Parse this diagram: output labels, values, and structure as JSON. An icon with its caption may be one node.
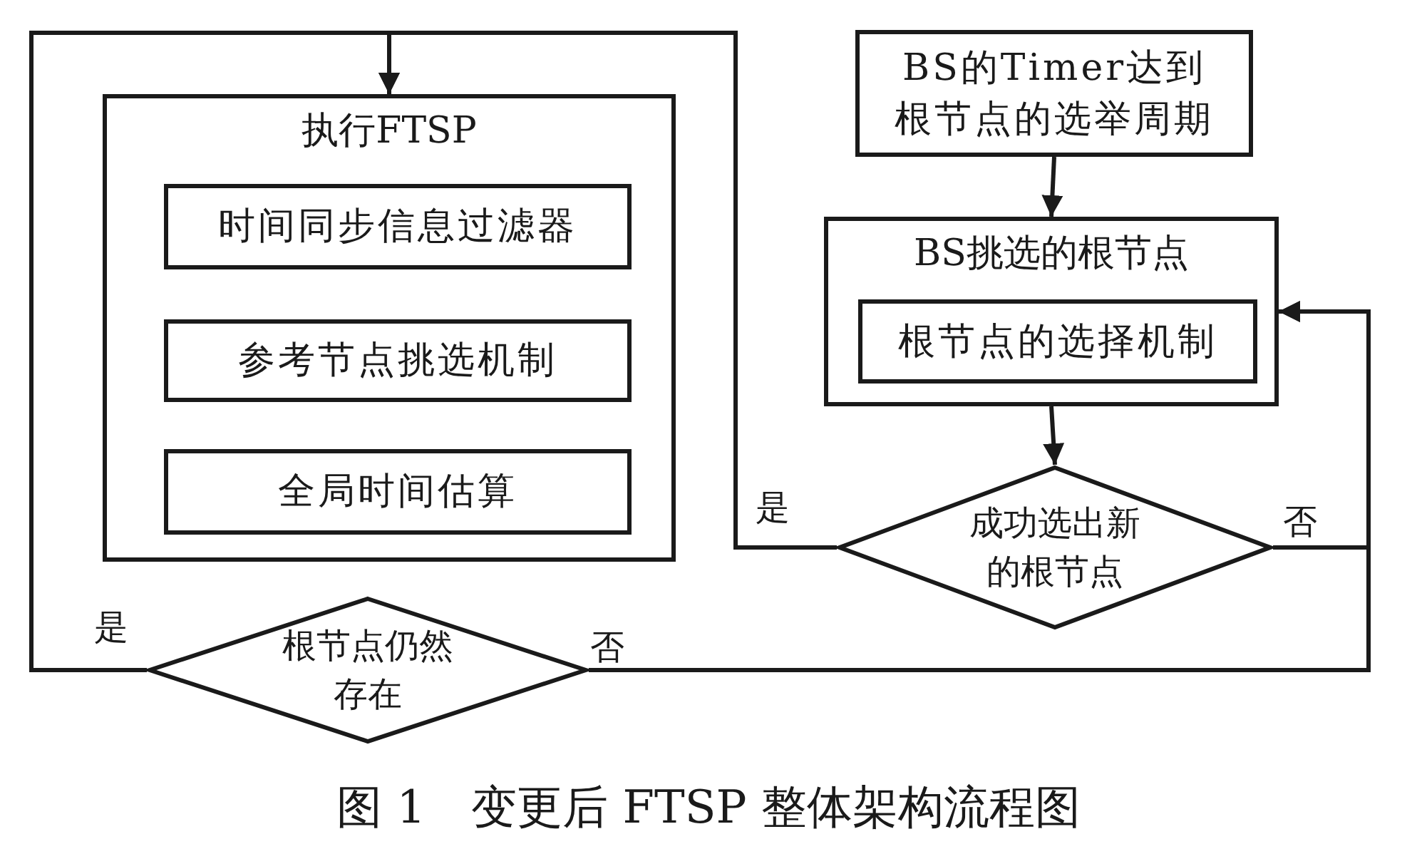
{
  "diagram": {
    "caption": "图 1　变更后 FTSP 整体架构流程图",
    "nodes": [
      {
        "text": [
          "执行FTSP"
        ]
      },
      {
        "text": [
          "时间同步信息过滤器"
        ],
        "in": 0
      },
      {
        "text": [
          "参考节点挑选机制"
        ],
        "in": 0
      },
      {
        "text": [
          "全局时间估算"
        ],
        "in": 0
      },
      {
        "text": [
          "BS的Timer达到根节点的选举周期"
        ]
      },
      {
        "text": [
          "BS挑选的根节点"
        ]
      },
      {
        "text": [
          "根节点的选择机制"
        ],
        "in": 5
      },
      {
        "text": [
          "成功选出新的根节点"
        ]
      },
      {
        "text": [
          "根节点仍然存在"
        ]
      }
    ],
    "edges": [
      {
        "from": 4,
        "to": 5,
        "arrow": "to"
      },
      {
        "from": 5,
        "to": 7,
        "arrow": "to"
      },
      {
        "from": 7,
        "to": 0,
        "arrow": "to",
        "label": "是"
      },
      {
        "from": 8,
        "to": 0,
        "arrow": "to",
        "label": "是"
      },
      {
        "from": 7,
        "to": 5,
        "arrow": "to",
        "label": "否"
      },
      {
        "from": 8,
        "to": 5,
        "arrow": "to",
        "label": "否"
      }
    ]
  }
}
